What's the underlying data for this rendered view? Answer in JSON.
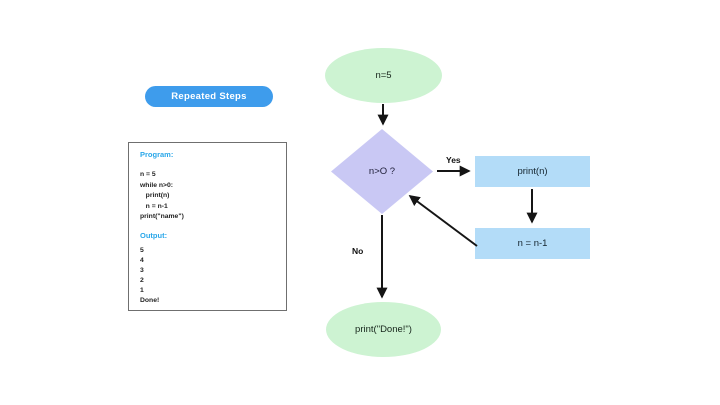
{
  "title": {
    "label": "Repeated Steps"
  },
  "colors": {
    "pill_bg": "#3e9cec",
    "heading_blue": "#2aa7e9",
    "ellipse_green": "#cdf3d2",
    "diamond_purple": "#c9c8f4",
    "process_blue": "#b3dcf8",
    "arrow_black": "#151515"
  },
  "panel": {
    "program_heading": "Program:",
    "code_lines": {
      "0": "n = 5",
      "1": "while n>0:",
      "2": "   print(n)",
      "3": "   n = n-1",
      "4": "print(\"name\")"
    },
    "output_heading": "Output:",
    "output_lines": {
      "0": "5",
      "1": "4",
      "2": "3",
      "3": "2",
      "4": "1",
      "5": "Done!"
    }
  },
  "flowchart": {
    "start": "n=5",
    "decision": "n>O ?",
    "process_print": "print(n)",
    "process_decrement": "n = n-1",
    "end": "print(\"Done!\")",
    "yes_label": "Yes",
    "no_label": "No"
  }
}
